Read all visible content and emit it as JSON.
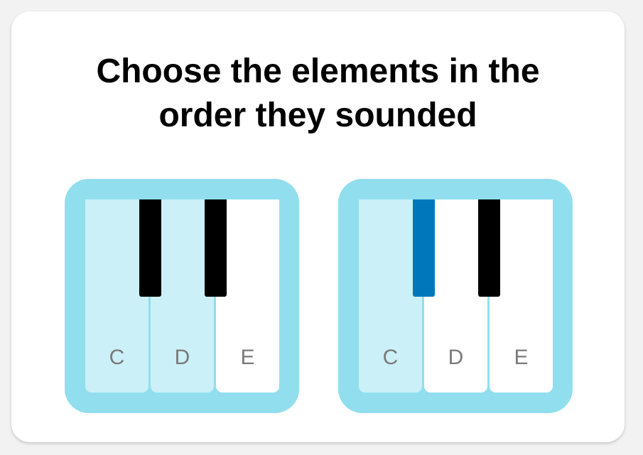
{
  "prompt": {
    "line1": "Choose the elements in the",
    "line2": "order they sounded"
  },
  "pianos": [
    {
      "white_keys": [
        {
          "label": "C",
          "highlighted": true
        },
        {
          "label": "D",
          "highlighted": true
        },
        {
          "label": "E",
          "highlighted": false
        }
      ],
      "black_keys": [
        {
          "highlighted": false
        },
        {
          "highlighted": false
        }
      ]
    },
    {
      "white_keys": [
        {
          "label": "C",
          "highlighted": true
        },
        {
          "label": "D",
          "highlighted": false
        },
        {
          "label": "E",
          "highlighted": false
        }
      ],
      "black_keys": [
        {
          "highlighted": true
        },
        {
          "highlighted": false
        }
      ]
    }
  ],
  "colors": {
    "frame": "#91dfee",
    "white_key": "#ffffff",
    "white_key_highlight": "#cbf0f7",
    "black_key": "#000000",
    "black_key_highlight": "#0077bb",
    "label": "#7a7a7a"
  }
}
